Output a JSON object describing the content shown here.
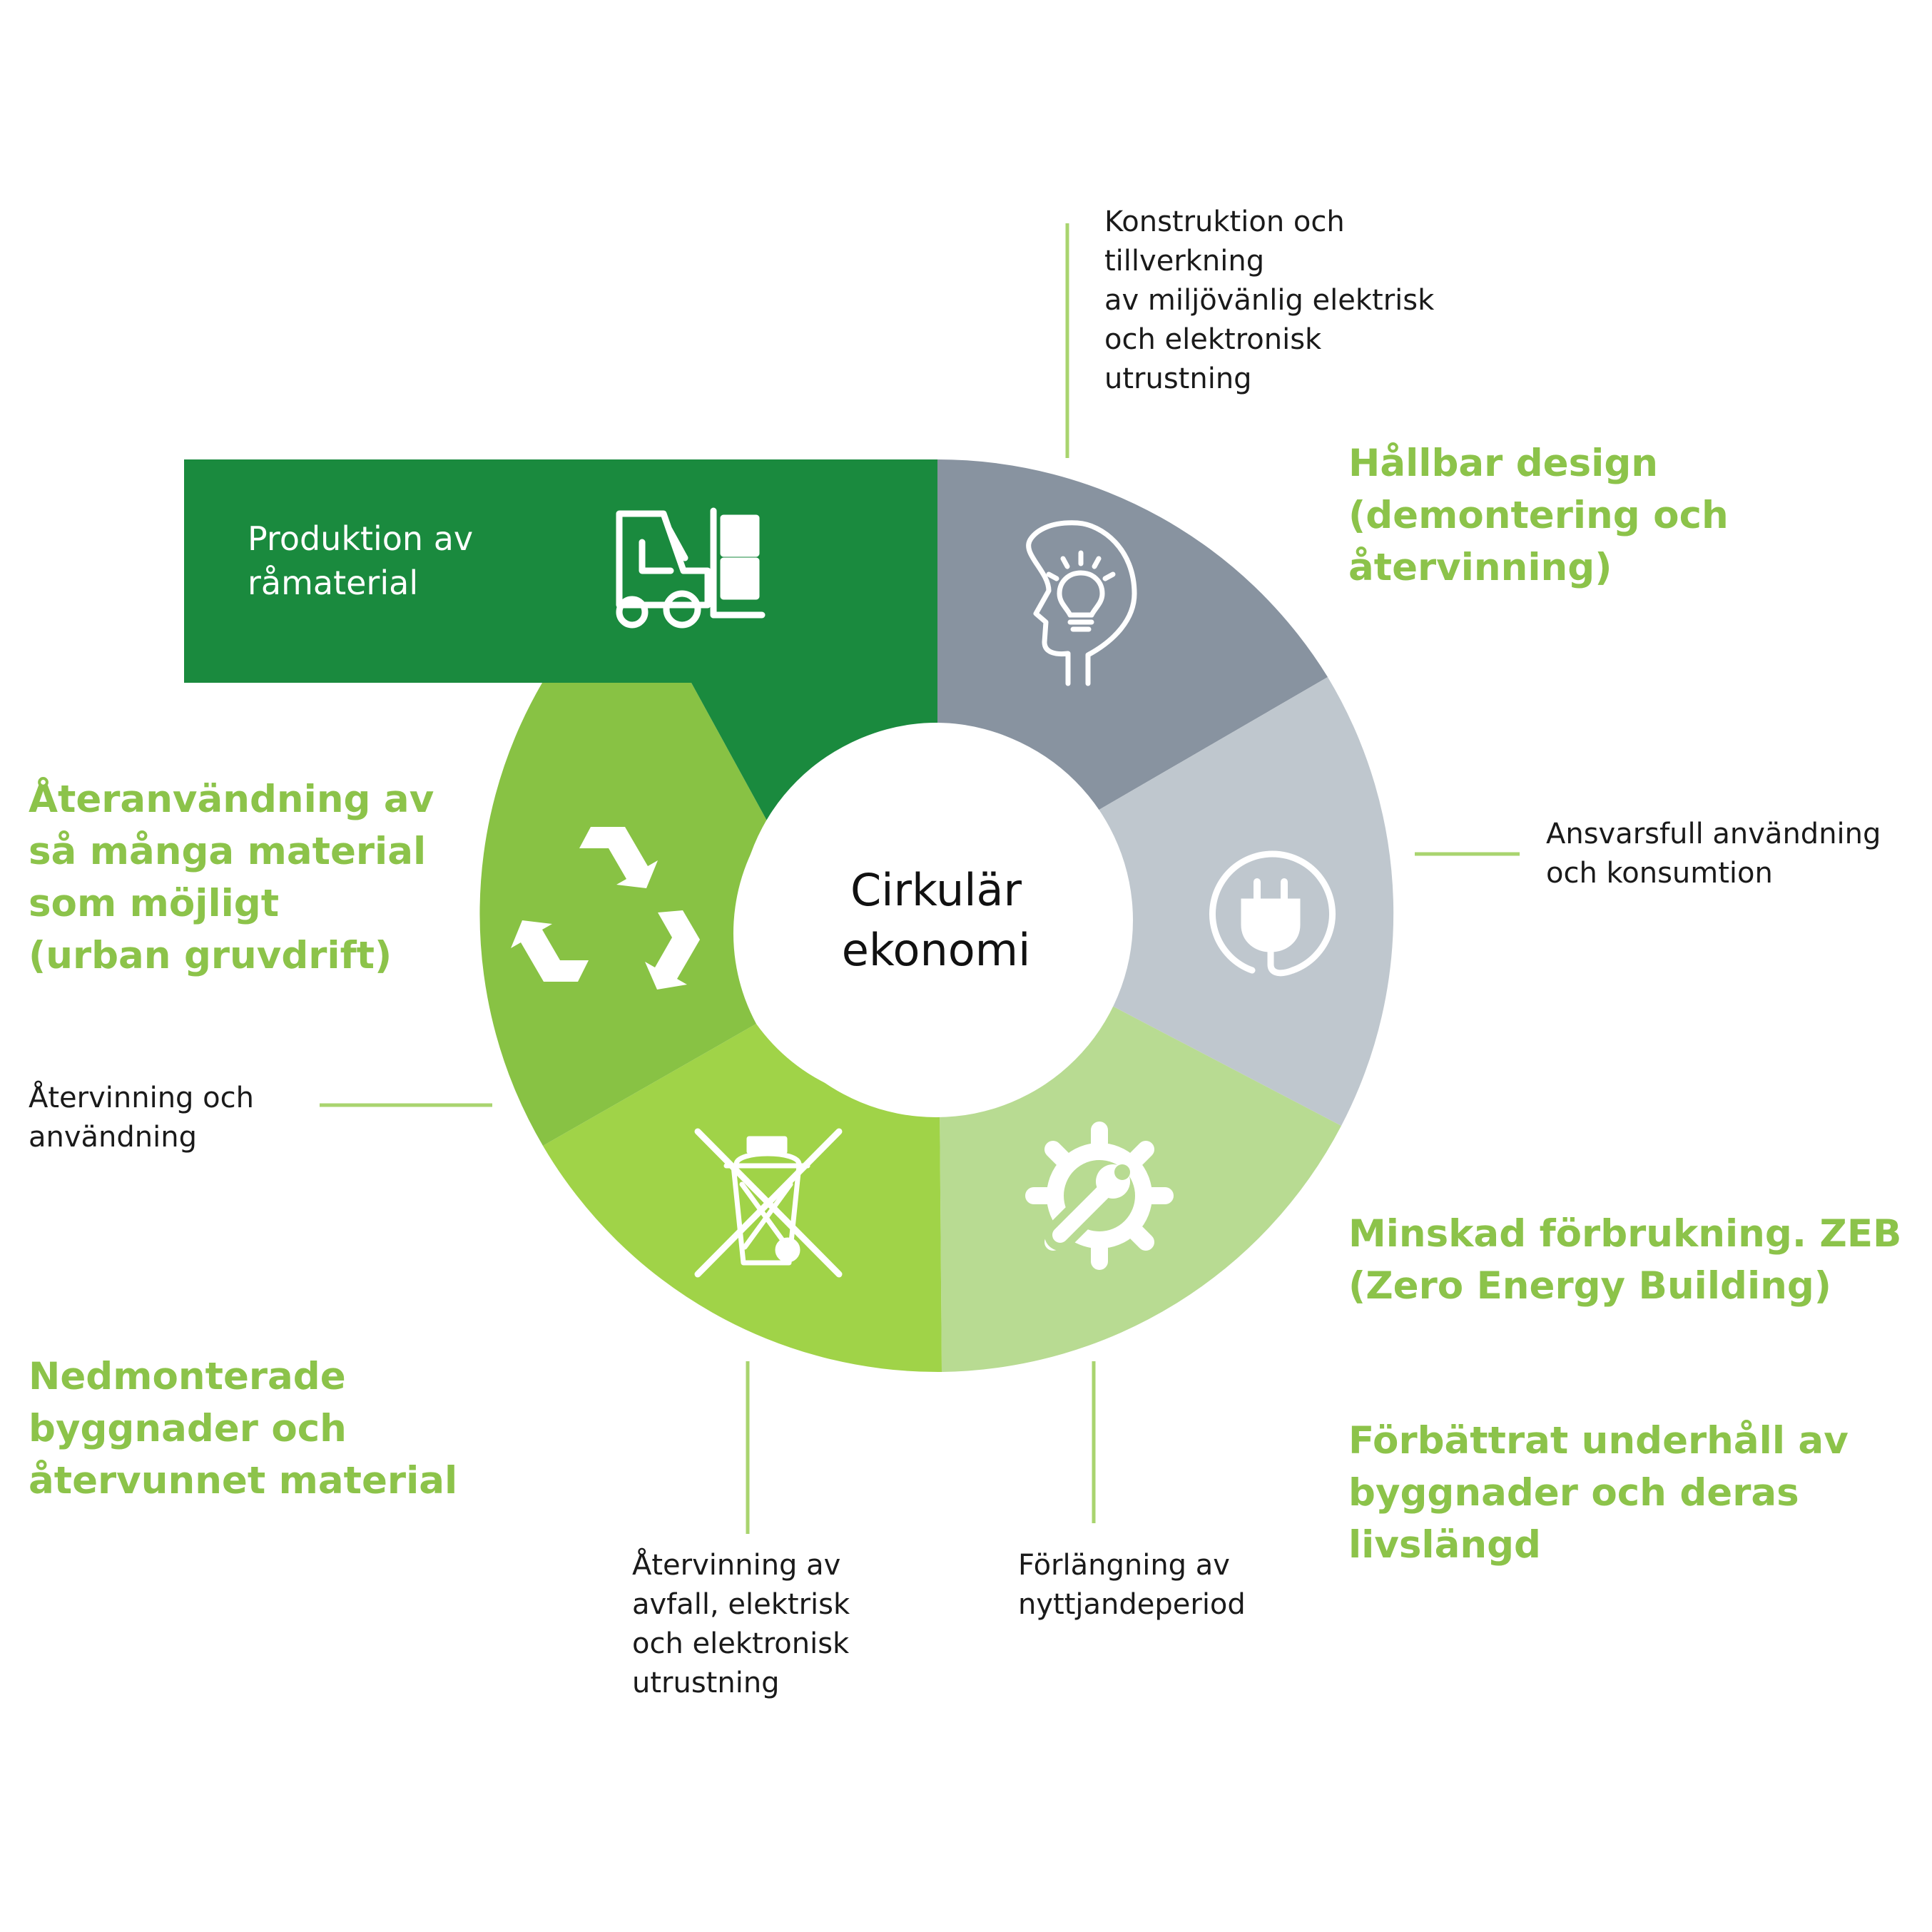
{
  "center_label": "Cirkulär\nekonomi",
  "production_tile": {
    "label": "Produktion av\nråmaterial",
    "icon": "forklift-icon",
    "color": "#1a8a3e"
  },
  "segments": [
    {
      "id": "design",
      "icon": "head-lightbulb-icon",
      "color": "#8893a0"
    },
    {
      "id": "use",
      "icon": "power-plug-icon",
      "color": "#bfc7ce"
    },
    {
      "id": "maintenance",
      "icon": "gear-wrench-icon",
      "color": "#b8db92"
    },
    {
      "id": "weee",
      "icon": "crossed-out-bin-icon",
      "color": "#a0d348"
    },
    {
      "id": "reuse",
      "icon": "recycle-icon",
      "color": "#88c244"
    },
    {
      "id": "production",
      "color": "#1a8a3e"
    }
  ],
  "annotations": {
    "top_right": "Konstruktion och\ntillverkning\nav miljövänlig elektrisk\noch elektronisk\nutrustning",
    "right": "Ansvarsfull användning\noch konsumtion",
    "bottom_right": "Förlängning av\nnyttjandeperiod",
    "bottom_center": "Återvinning av\navfall, elektrisk\noch elektronisk\nutrustning",
    "left": "Återvinning och\nanvändning"
  },
  "highlights": {
    "hallbar_design": "Hållbar design\n(demontering och\nåtervinning)",
    "minskad": "Minskad förbrukning. ZEB\n(Zero Energy Building)",
    "forbattrat": "Förbättrat underhåll av\nbyggnader och deras\nlivslängd",
    "nedmonterade": "Nedmonterade\nbyggnader och\nåtervunnet material",
    "ateranvandning": "Återanvändning av\nså många material\nsom möjligt\n(urban gruvdrift)"
  },
  "colors": {
    "accent_green": "#8cc34a",
    "leader_line": "#a9d46f",
    "text_dark": "#1a1a1a"
  }
}
